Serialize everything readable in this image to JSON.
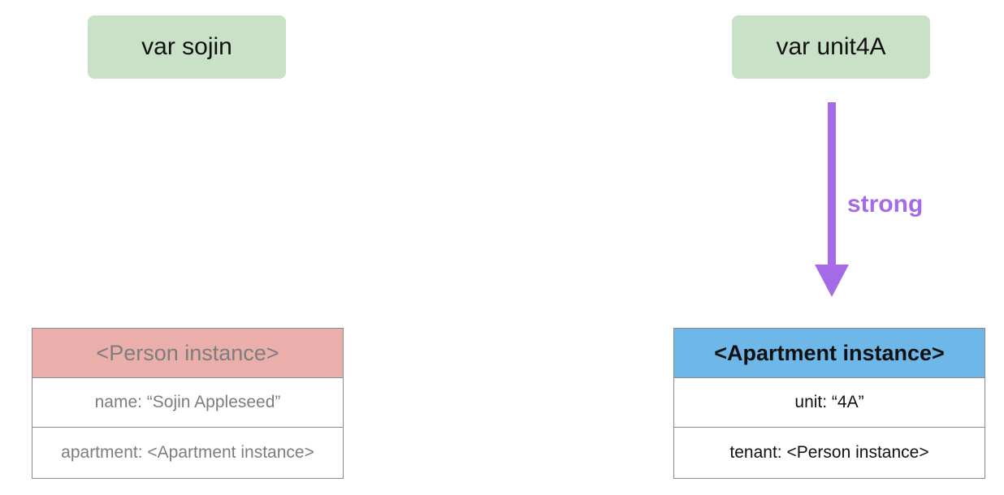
{
  "variables": {
    "sojin": "var sojin",
    "unit4a": "var unit4A"
  },
  "reference": {
    "label": "strong",
    "color": "#a56be6"
  },
  "person_instance": {
    "title": "<Person instance>",
    "fields": [
      "name: “Sojin Appleseed”",
      "apartment: <Apartment instance>"
    ],
    "header_color": "#ebafab"
  },
  "apartment_instance": {
    "title": "<Apartment instance>",
    "fields": [
      "unit: “4A”",
      "tenant: <Person instance>"
    ],
    "header_color": "#6db7e9"
  },
  "variable_box_color": "#c9e1c7"
}
